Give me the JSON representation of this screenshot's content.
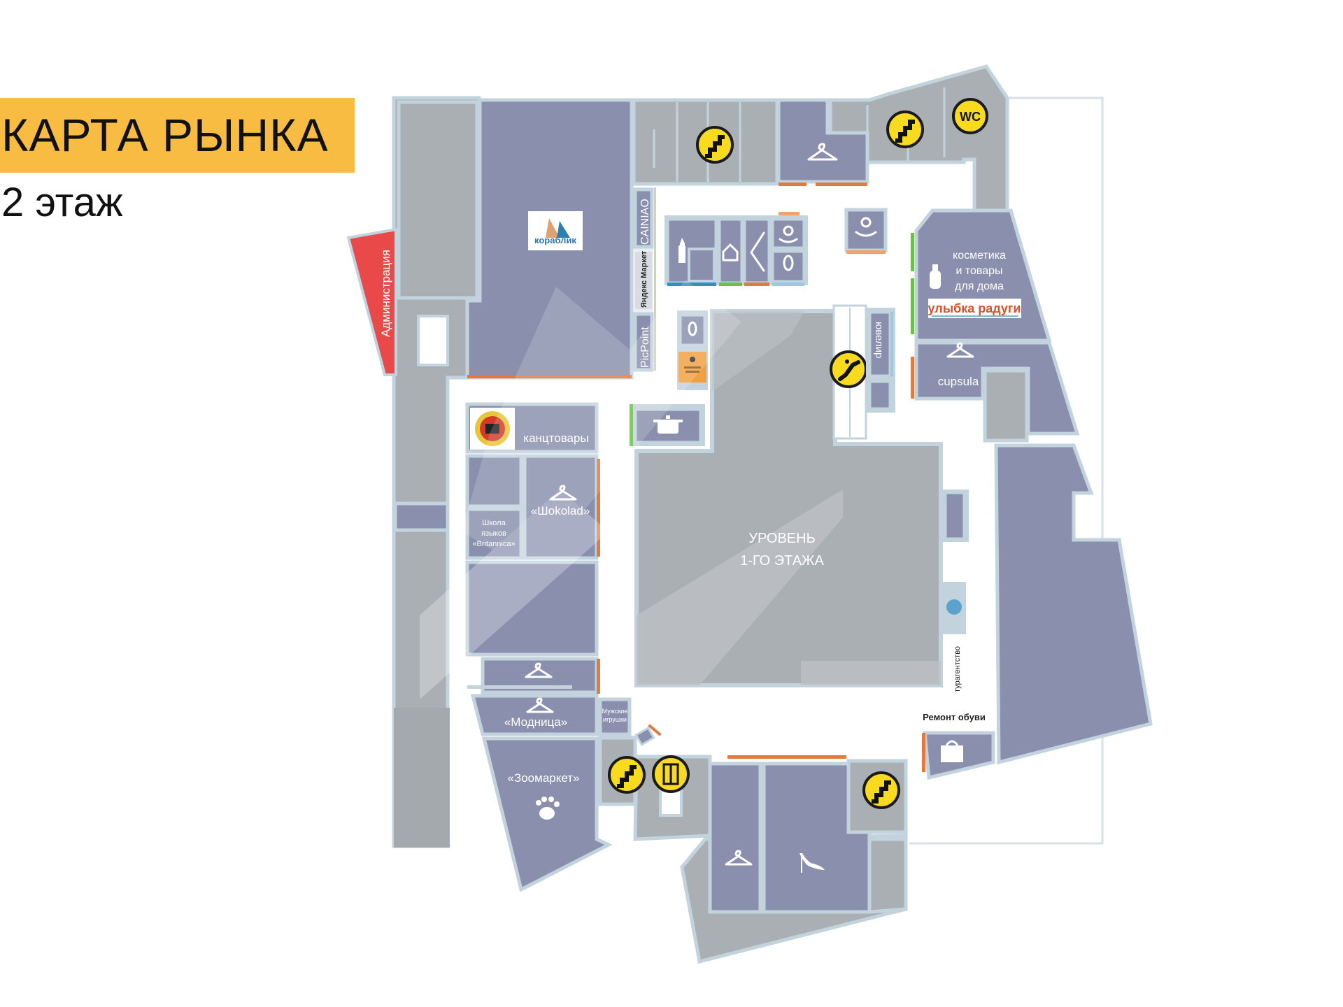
{
  "header": {
    "title": "КАРТА РЫНКА",
    "floor": "2 этаж"
  },
  "colors": {
    "title_bg": "#f9bc42",
    "shop_fill": "#8a8fae",
    "service_fill": "#aaafb3",
    "admin_fill": "#ea4949",
    "amenity_badge": "#f8db1e",
    "entrance_orange": "#e07a3e",
    "entrance_green": "#6cbf4a",
    "entrance_blue": "#2e8fc4"
  },
  "map": {
    "center_area": {
      "line1": "УРОВЕНЬ",
      "line2": "1-ГО ЭТАЖА"
    },
    "stores": {
      "admin": "Администрация",
      "korablik": "кораблик",
      "cainiao": "CAINIAO",
      "yandex_market": "Яндекс Маркет",
      "picpoint": "PicPoint",
      "kantstovary": "канцтовары",
      "shokolad": "«Шokolad»",
      "school_line1": "Школа",
      "school_line2": "языков",
      "school_line3": "«Britannica»",
      "modnitsa": "«Модница»",
      "mens_toys_line1": "Мужские",
      "mens_toys_line2": "игрушки",
      "zoomarket": "«Зоомаркет»",
      "jeweler": "ювелир",
      "cosmetics_line1": "косметика",
      "cosmetics_line2": "и товары",
      "cosmetics_line3": "для дома",
      "ulybka_raduga": "улыбка радуги",
      "cupsula": "cupsula",
      "travel_agency": "турагентство",
      "shoe_repair": "Ремонт обуви"
    },
    "amenities": {
      "wc": "WC"
    }
  }
}
